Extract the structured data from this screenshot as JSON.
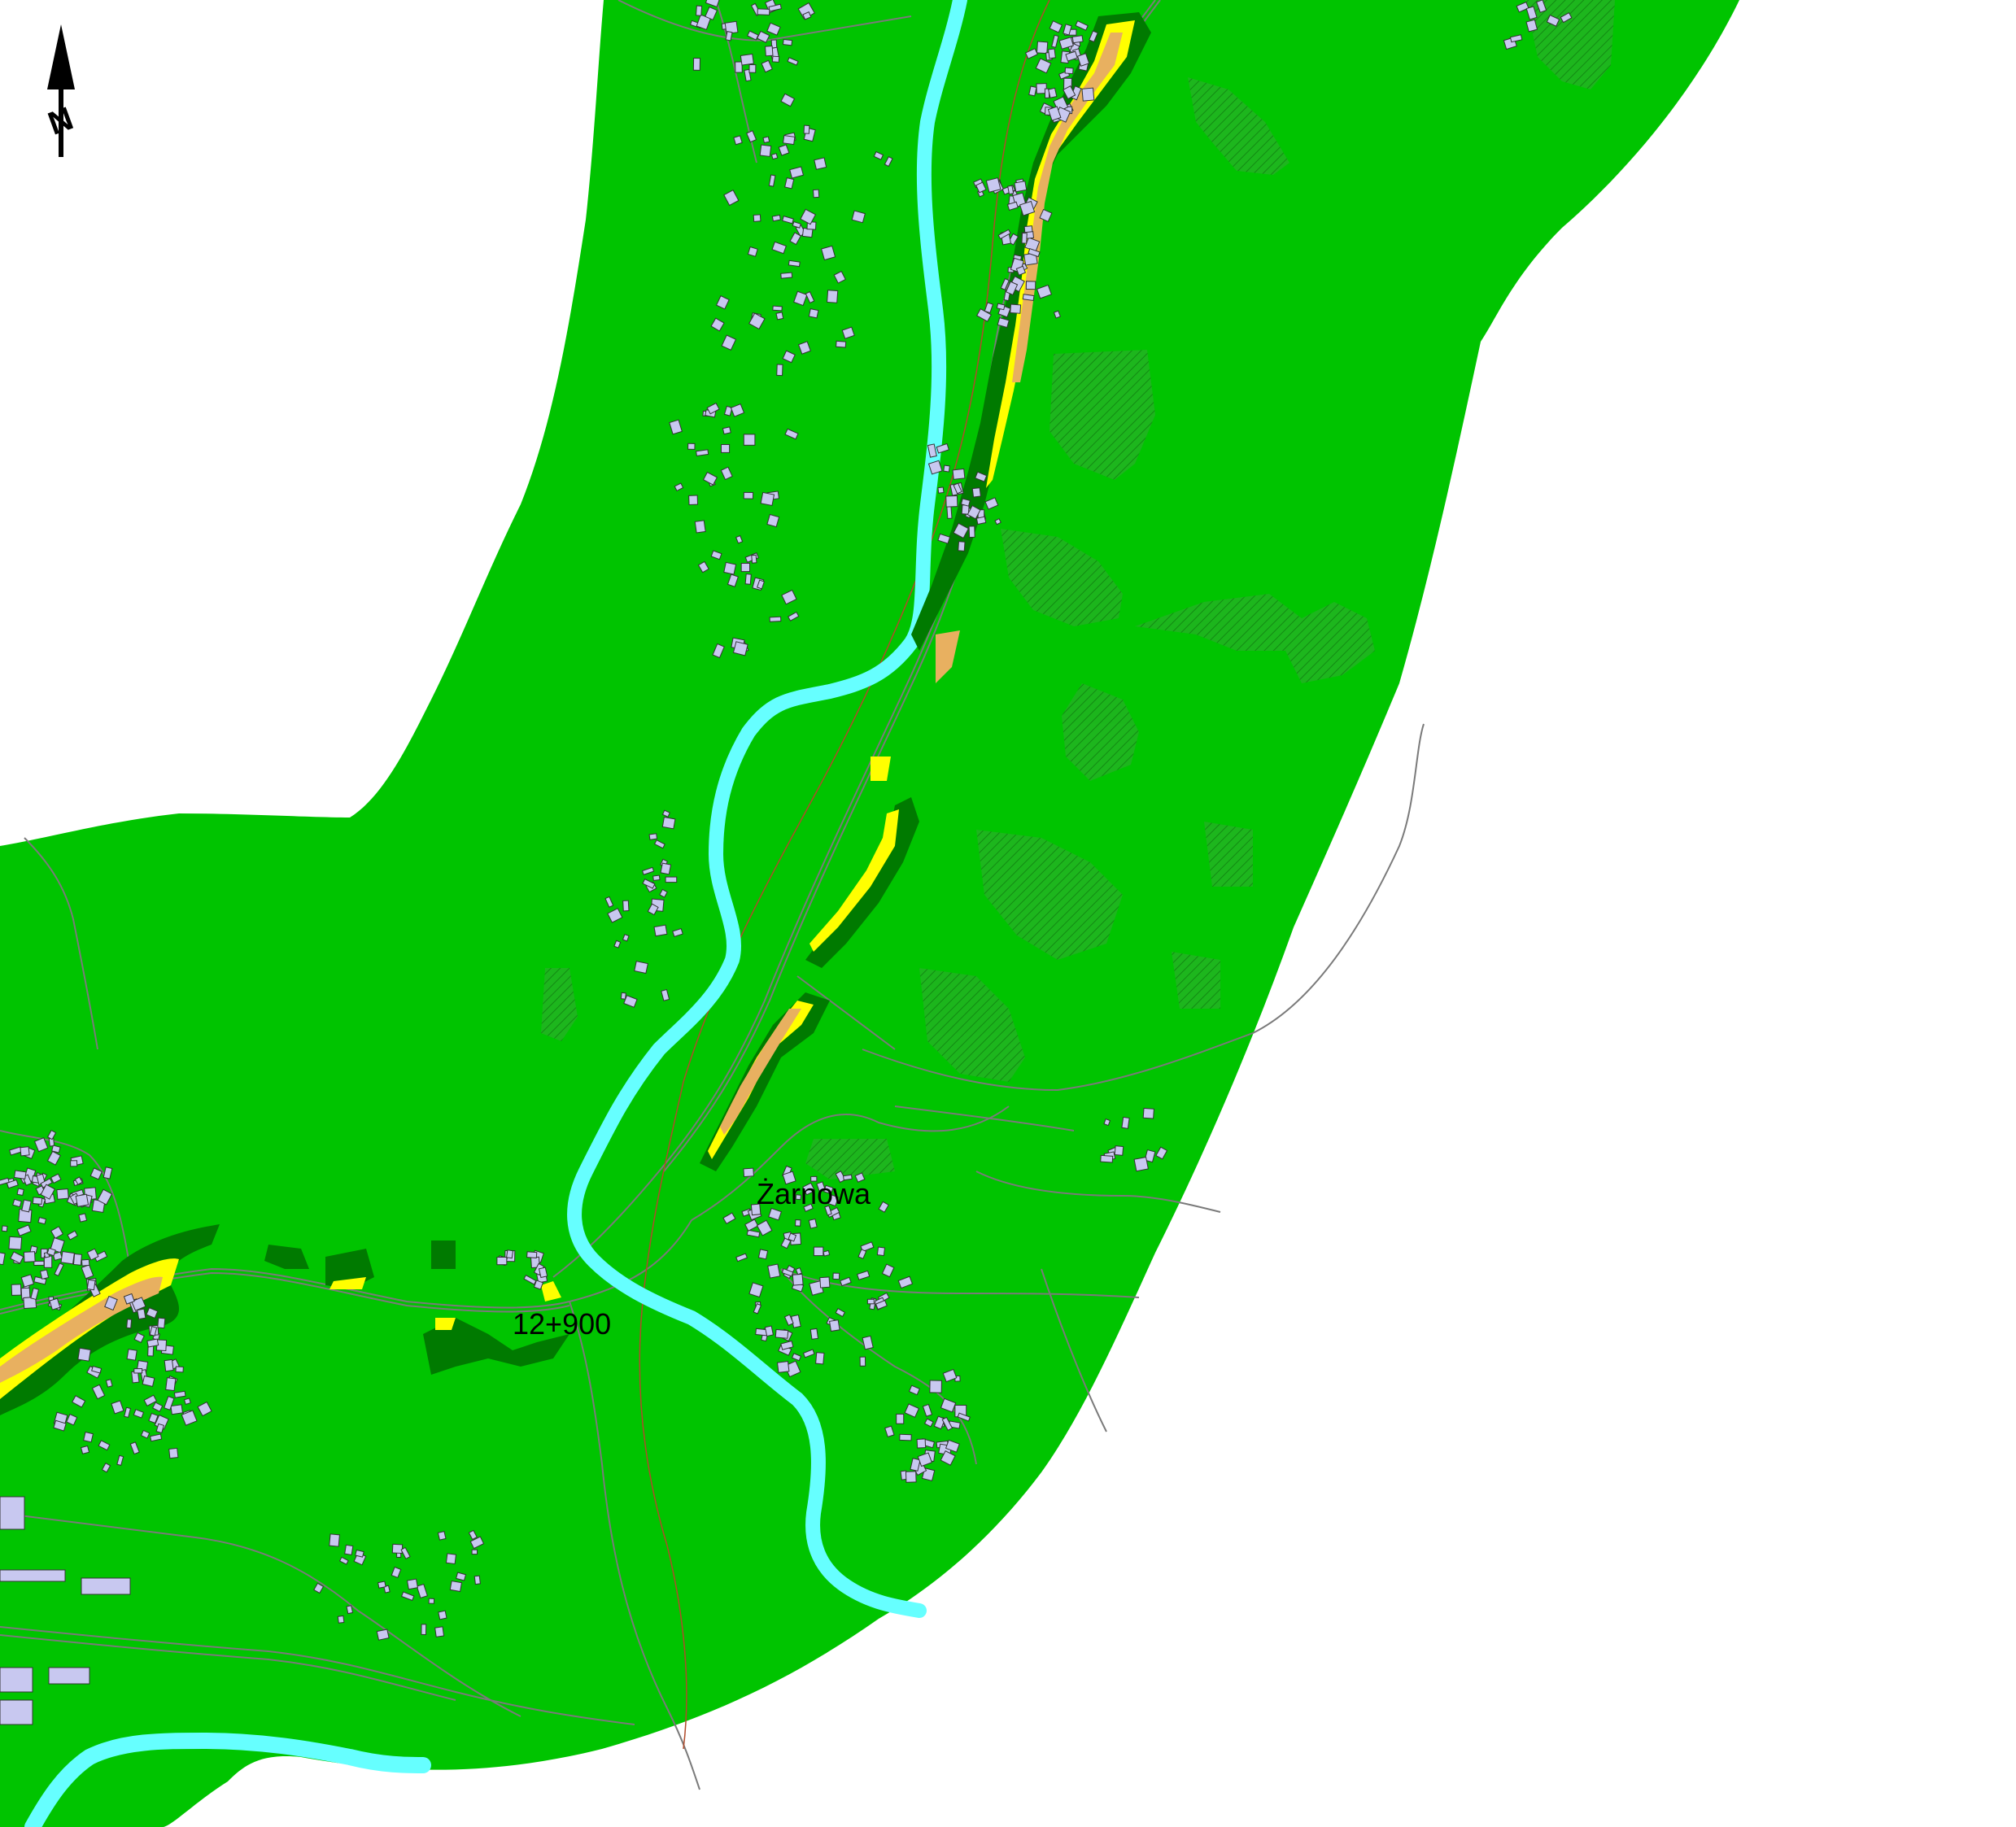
{
  "map": {
    "place_label": "Żarnowa",
    "chainage_label": "12+900",
    "north_letter": "N",
    "colors": {
      "background": "#ffffff",
      "buffer_zone": "#00c400",
      "river": "#66ffff",
      "building": "#c8c8f0",
      "building_outline": "#333333",
      "road": "#7a7a7a",
      "road_axis": "#b04a2a",
      "noise_high": "#ffff00",
      "noise_medium": "#e8b060",
      "dark_green": "#007a00",
      "forest_hatch": "#2e8b2e"
    },
    "icons": [
      "north-arrow-icon"
    ]
  }
}
